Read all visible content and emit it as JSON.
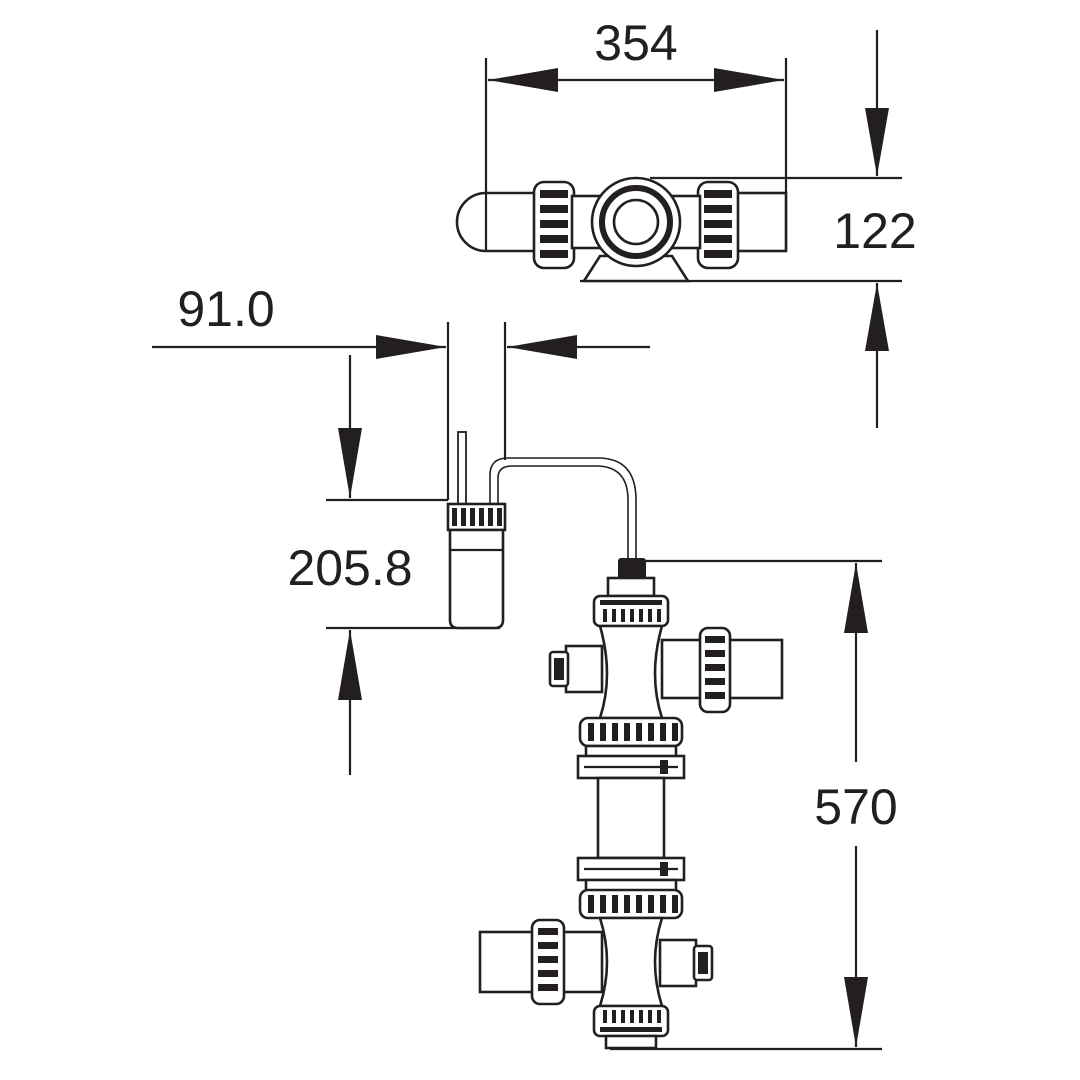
{
  "dimensions": {
    "top_width": "354",
    "top_height": "122",
    "sensor_width": "91.0",
    "sensor_height": "205.8",
    "body_height": "570"
  },
  "colors": {
    "line": "#231f20",
    "background": "#ffffff"
  }
}
